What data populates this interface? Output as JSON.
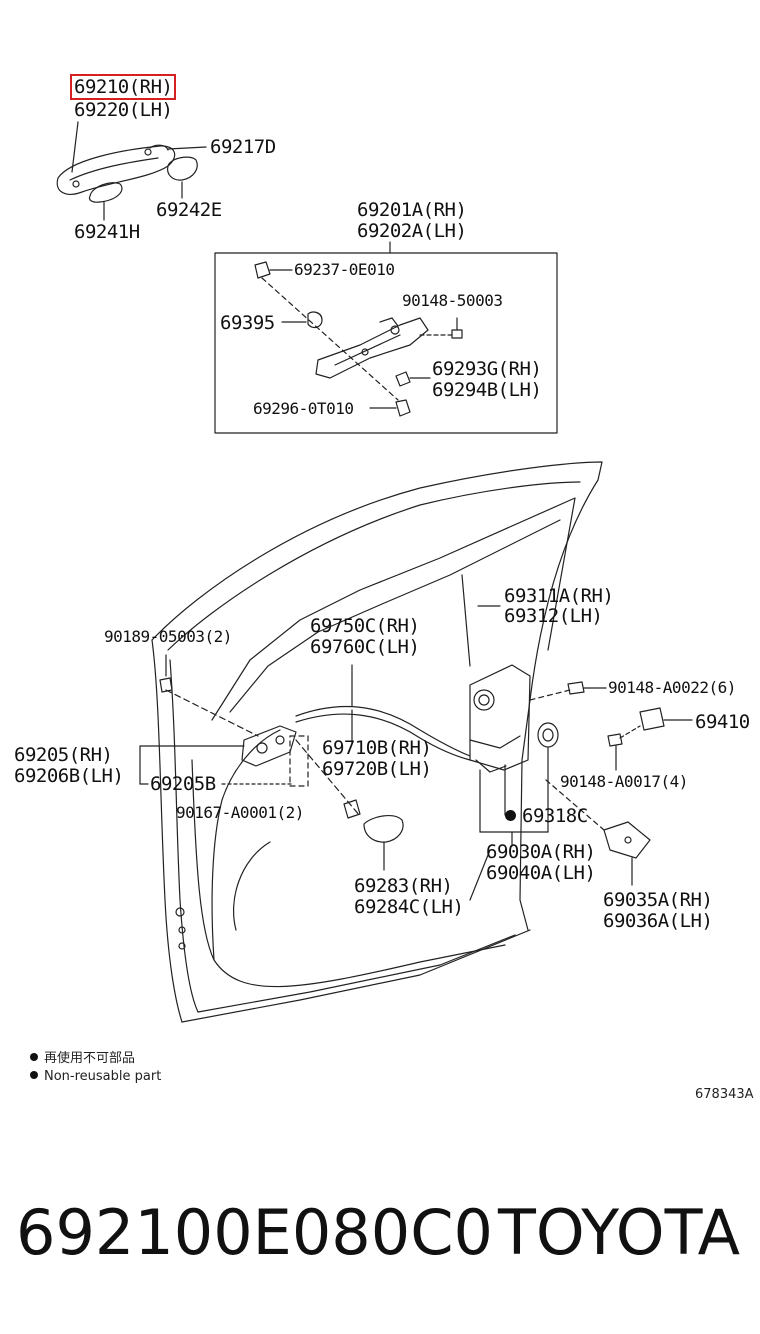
{
  "labels": {
    "p69210": "69210(RH)",
    "p69220": "69220(LH)",
    "p69217d": "69217D",
    "p69242e": "69242E",
    "p69241h": "69241H",
    "p69201a": "69201A(RH)",
    "p69202a": "69202A(LH)",
    "p69237": "69237-0E010",
    "p90148_50003": "90148-50003",
    "p69395": "69395",
    "p69293g": "69293G(RH)",
    "p69294b": "69294B(LH)",
    "p69296": "69296-0T010",
    "p69311a": "69311A(RH)",
    "p69312": "69312(LH)",
    "p69750c": "69750C(RH)",
    "p69760c": "69760C(LH)",
    "p90189": "90189-05003(2)",
    "p90148_a0022": "90148-A0022(6)",
    "p69410": "69410",
    "p69205": "69205(RH)",
    "p69206b": "69206B(LH)",
    "p69710b": "69710B(RH)",
    "p69720b": "69720B(LH)",
    "p69205b": "69205B",
    "p90148_a0017": "90148-A0017(4)",
    "p90167": "90167-A0001(2)",
    "p69318c": "69318C",
    "p69030a": "69030A(RH)",
    "p69040a": "69040A(LH)",
    "p69283": "69283(RH)",
    "p69284c": "69284C(LH)",
    "p69035a": "69035A(RH)",
    "p69036a": "69036A(LH)"
  },
  "legend": {
    "zh": "再使用不可部品",
    "en": "Non-reusable part"
  },
  "diagram_ref": "678343A",
  "footer": {
    "part_number": "692100E080C0",
    "brand": "TOYOTA"
  },
  "colors": {
    "highlight": "#d42020",
    "ink": "#111111"
  }
}
